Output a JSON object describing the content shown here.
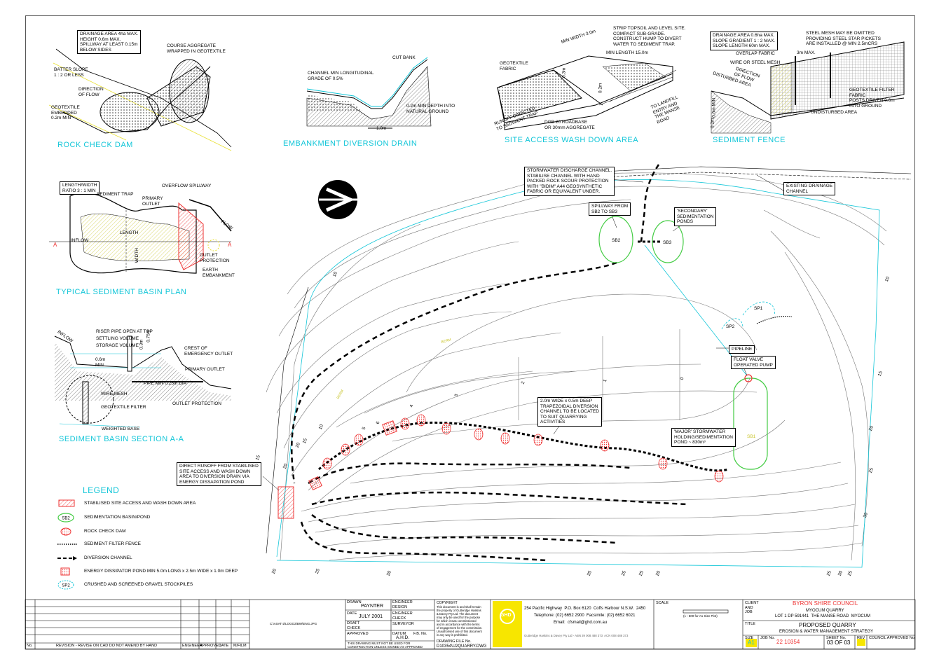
{
  "details": {
    "rock_check_dam": {
      "title": "ROCK CHECK DAM",
      "note_box": "DRAINAGE AREA 4ha MAX.\nHEIGHT 0.6m MAX.\nSPILLWAY AT LEAST 0.15m\nBELOW SIDES",
      "aggregate": "COURSE AGGREGATE\nWRAPPED IN GEOTEXTILE",
      "batter": "BATTER SLOPE\n1 : 2 OR LESS",
      "direction": "DIRECTION\nOF FLOW",
      "geotextile": "GEOTEXTILE\nEMBEDDED\n0.2m MIN"
    },
    "embankment": {
      "title": "EMBANKMENT DIVERSION DRAIN",
      "cut_bank": "CUT BANK",
      "channel": "CHANNEL MIN LONGITUDINAL\nGRADE OF 0.5%",
      "depth": "0.2m MIN DEPTH INTO\nNATURAL GROUND",
      "width": "1.0m"
    },
    "wash_down": {
      "title": "SITE ACCESS WASH DOWN AREA",
      "strip": "STRIP TOPSOIL AND LEVEL SITE.\nCOMPACT SUB-GRADE.\nCONSTRUCT HUMP TO DIVERT\nWATER TO SEDIMENT TRAP.",
      "min_width": "MIN WIDTH 3.0m",
      "min_length": "MIN LENGTH 15.0m",
      "geotextile": "GEOTEXTILE\nFABRIC",
      "runoff": "RUNOFF DIRECTED\nTO SEDIMENT TRAP",
      "dgb": "DGB 20 ROADBASE\nOR 30mm AGGREGATE",
      "landfill": "TO LANDFILL\nENTRY AND\nTHE MANSE\nROAD",
      "d1": "0.3m",
      "d2": "0.2m"
    },
    "sediment_fence": {
      "title": "SEDIMENT FENCE",
      "note_box": "DRAINAGE AREA 0.6ha MAX.\nSLOPE GRADIENT 1 : 2 MAX.\nSLOPE LENGTH 60m MAX.",
      "steel_mesh": "STEEL MESH MAY BE OMITTED\nPROVIDING STEEL STAR PICKETS\nARE INSTALLED @ MIN 2.5mCRS",
      "overlap": "OVERLAP FABRIC",
      "max3": "3m MAX.",
      "wire": "WIRE OR STEEL MESH",
      "direction": "DIRECTION\nOF FLOW",
      "disturbed": "DISTURBED AREA",
      "filter": "GEOTEXTILE FILTER\nFABRIC",
      "posts": "POSTS DRIVEN 0.6m\nINTO GROUND",
      "undisturbed": "UNDISTURBED AREA",
      "d1": "0.6m MIN",
      "d2": "0.2m"
    },
    "basin_plan": {
      "title": "TYPICAL SEDIMENT BASIN PLAN",
      "ratio": "LENGTH/WIDTH\nRATIO 3 : 1 MIN",
      "trap": "SEDIMENT TRAP",
      "overflow": "OVERFLOW SPILLWAY",
      "primary": "PRIMARY\nOUTLET",
      "length": "LENGTH",
      "width": "WIDTH",
      "inflow": "INFLOW",
      "flow": "FLOW",
      "outlet_prot": "OUTLET\nPROTECTION",
      "earth": "EARTH\nEMBANKMENT",
      "sec": "A"
    },
    "basin_section": {
      "title": "SEDIMENT BASIN SECTION A-A",
      "riser": "RISER PIPE OPEN AT TOP",
      "settling": "SETTLING VOLUME",
      "storage": "STORAGE VOLUME",
      "crest": "CREST OF\nEMERGENCY OUTLET",
      "primary": "PRIMARY OUTLET",
      "pipe": "PIPE MIN 0.25m DIA",
      "outlet_prot": "OUTLET PROTECTION",
      "wire": "WIRE MESH",
      "geo": "GEOTEXTILE FILTER",
      "base": "WEIGHTED BASE",
      "inflow": "INFLOW",
      "d1": "0.6m\nMIN",
      "d2": "0.3m",
      "d3": "0.75m"
    }
  },
  "legend": {
    "title": "LEGEND",
    "items": [
      {
        "text": "STABILISED SITE ACCESS AND WASH DOWN AREA",
        "symbol": "hatched-red-box"
      },
      {
        "text": "SEDIMENTATION BASIN/POND",
        "symbol": "sb-oval",
        "tag": "SB2"
      },
      {
        "text": "ROCK CHECK DAM",
        "symbol": "red-dotted-oval"
      },
      {
        "text": "SEDIMENT FILTER FENCE",
        "symbol": "dotted-line"
      },
      {
        "text": "DIVERSION CHANNEL",
        "symbol": "dashed-arrow"
      },
      {
        "text": "ENERGY DISSIPATOR POND MIN 5.0m LONG x 2.5m WIDE x 1.0m DEEP",
        "symbol": "red-dot-box"
      },
      {
        "text": "CRUSHED AND SCREENED GRAVEL STOCKPILES",
        "symbol": "sp-oval",
        "tag": "SP2"
      }
    ]
  },
  "site": {
    "stormwater": "STORMWATER DISCHARGE CHANNEL.\nSTABILISE CHANNEL WITH HAND\nPACKED ROCK SCOUR PROTECTION\nWITH \"BIDIM\" A44 GEOSYNTHETIC\nFABRIC OR EQUIVALENT UNDER.",
    "spillway": "SPILLWAY FROM\nSB2 TO SB3",
    "secondary": "'SECONDARY'\nSEDIMENTATION\nPONDS",
    "existing": "EXISTING DRAINAGE\nCHANNEL",
    "pipeline": "PIPELINE",
    "float": "FLOAT VALVE\nOPERATED PUMP",
    "trapezoidal": "2.0m WIDE x 0.5m DEEP\nTRAPEZOIDAL DIVERSION\nCHANNEL TO BE LOCATED\nTO SUIT QUARRYING\nACTIVITIES",
    "major": "'MAJOR' STORMWATER\nHOLDING/SEDIMENTATION\nPOND ~ 830m³",
    "direct": "DIRECT RUNOFF FROM STABILISED\nSITE ACCESS AND WASH DOWN\nAREA TO DIVERSION DRAIN VIA\nENERGY DISSAPATION POND",
    "sb2": "SB2",
    "sb3": "SB3",
    "sp1": "SP1",
    "sp2": "SP2",
    "sb1": "SB1",
    "contours": [
      "10",
      "10",
      "15",
      "15",
      "20",
      "20",
      "25",
      "25",
      "30",
      "30",
      "35",
      "25",
      "25",
      "20",
      "20",
      "20",
      "15",
      "10",
      "5",
      "6",
      "4",
      "3",
      "2",
      "1",
      "0",
      "25",
      "30",
      "25"
    ]
  },
  "title_block": {
    "revision": "REVISION - REVISE ON CAD DO NOT AMEND BY HAND",
    "no": "No.",
    "engineer": "ENGINEER",
    "approved": "APPROVED",
    "date": "DATE",
    "mfilm": "M/FILM",
    "file_ref": "C:\\ASAT-2\\LOGO2\\BW\\ENG.JPG",
    "drawn_l": "DRAWN",
    "drawn_v": "PAYNTER",
    "eng_design": "ENGINEER\nDESIGN",
    "date_l": "DATE",
    "date_v": "JULY 2001",
    "eng_check": "ENGINEER\nCHECK",
    "draft_check": "DRAFT\nCHECK",
    "surveyor": "SURVEYOR",
    "approved_l": "APPROVED",
    "datum_l": "DATUM",
    "datum_v": "A.H.D.",
    "fb": "F.B. No.",
    "not_used": "THIS DRAWING MUST NOT BE USED FOR\nCONSTRUCTION UNLESS SIGNED AS APPROVED",
    "copyright_title": "COPYRIGHT",
    "copyright": "This document is and shall remain\nthe property of Gutteridge Haskins\n& Davey Pty Ltd. The document\nmay only be used for the purpose\nfor which it was commissioned\nand in accordance with the terms\nof engagement for the commission.\nUnauthorised use of this document\nin any way is prohibited.",
    "drawing_file_l": "DRAWING FILE No.",
    "drawing_file_v": "D10354\\U2QUARRY.DWG",
    "ghd": "GHD",
    "ghd_addr": "254 Pacific Highway  P.O. Box 6120  Coffs Harbour N.S.W.  2450",
    "ghd_tel": "Telephone: (02) 6652 2900  Facsimile: (02) 6652 6021",
    "ghd_email": "Email:  cfsmail@ghd.com.au",
    "ghd_co": "Gutteridge Haskins & Davey Pty Ltd - ABN 39 008 488 373  ACN 008 488 373",
    "scale_l": "SCALE",
    "scale_v": "(1 : 500 for A1 Size Plot)",
    "client_l": "CLIENT\nAND\nJOB",
    "client": "BYRON SHIRE COUNCIL",
    "job1": "MYOCUM QUARRY",
    "job2": "LOT 1 DP 591441  THE MANSE ROAD  MYOCUM",
    "title_l": "TITLE",
    "title1": "PROPOSED QUARRY",
    "title2": "EROSION & WATER MANAGEMENT STRATEGY",
    "size_l": "SIZE",
    "size_v": "A1",
    "job_l": "JOB No.",
    "job_v": "22 10354",
    "sheet_l": "SHEET No.",
    "sheet_v": "03 OF 03",
    "rev_l": "REV",
    "council_l": "COUNCIL APPROVED No."
  }
}
